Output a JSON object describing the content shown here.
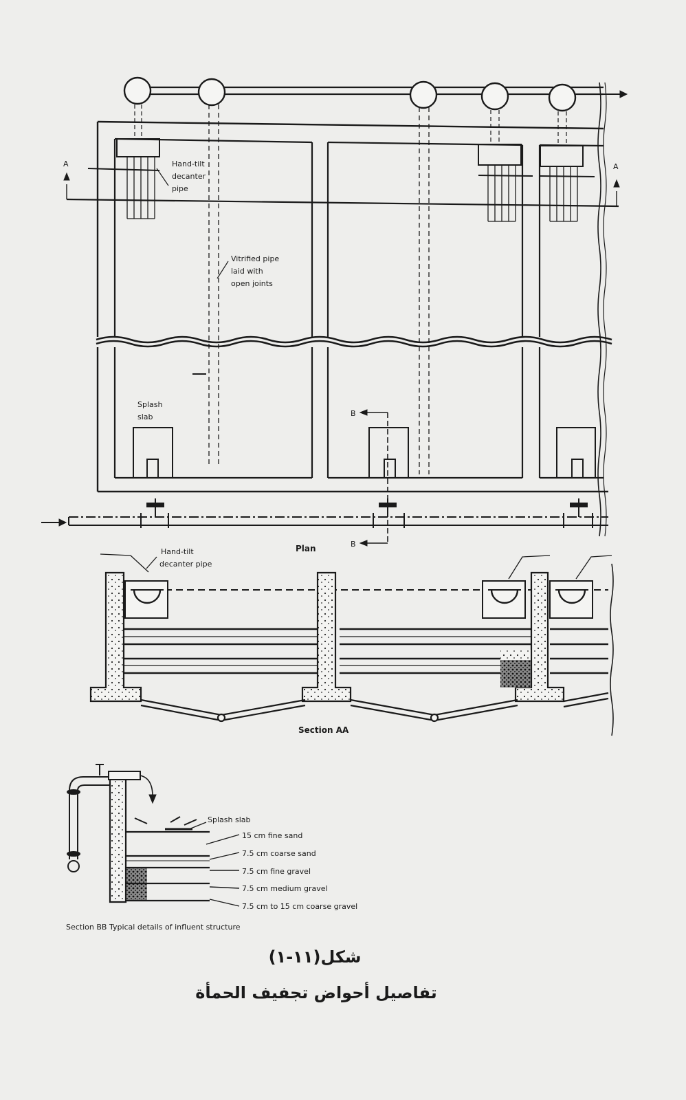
{
  "plan": {
    "decanter_label": [
      "Hand-tilt",
      "decanter",
      "pipe"
    ],
    "vitrified_label": [
      "Vitrified pipe",
      "laid with",
      "open joints"
    ],
    "splash_label": [
      "Splash",
      "slab"
    ],
    "section_a": "A",
    "section_b": "B",
    "caption": "Plan"
  },
  "section_aa": {
    "decanter_label": [
      "Hand-tilt",
      "decanter pipe"
    ],
    "caption": "Section AA"
  },
  "section_bb": {
    "splash_label": "Splash slab",
    "layers": [
      "15 cm fine sand",
      "7.5 cm coarse sand",
      "7.5 cm fine gravel",
      "7.5 cm medium gravel",
      "7.5 cm to 15 cm coarse gravel"
    ],
    "caption": "Section BB  Typical details of influent structure"
  },
  "figure": {
    "number": "شكل(١١-١)",
    "title": "تفاصيل أحواض تجفيف الحمأة"
  }
}
